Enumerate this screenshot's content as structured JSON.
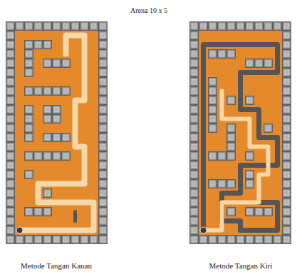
{
  "diagram": {
    "title": "Arena 10 x 5",
    "labels": [
      "Metode Tangan Kanan",
      "Metode Tangan Kiri"
    ]
  }
}
